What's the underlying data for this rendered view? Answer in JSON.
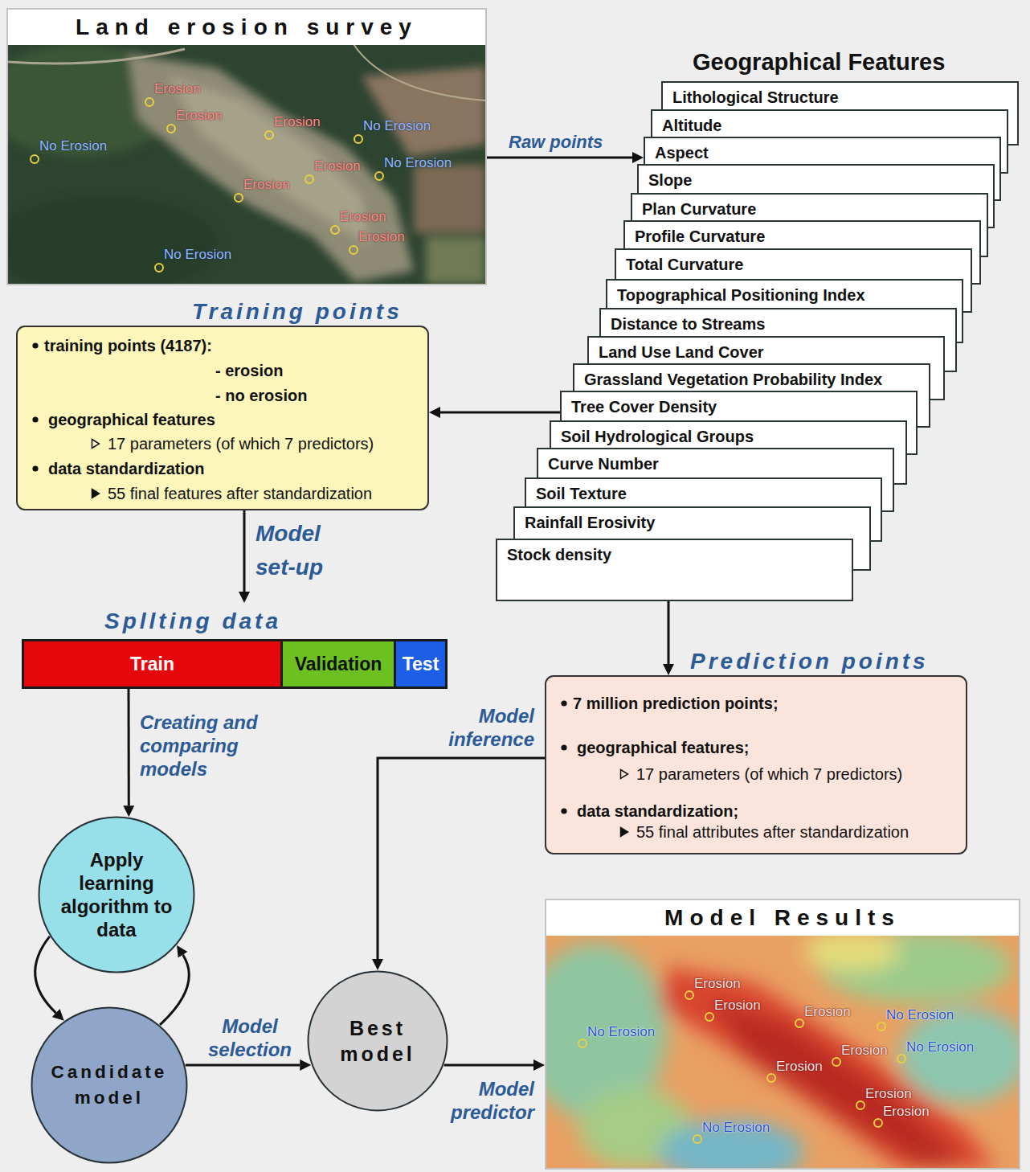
{
  "diagram": {
    "nodes": [
      {
        "text": [
          "Land erosion survey"
        ]
      },
      {
        "text": [
          "Geographical Features"
        ]
      },
      {
        "text": [
          "Lithological Structure"
        ],
        "in": 1
      },
      {
        "text": [
          "Altitude"
        ],
        "in": 1
      },
      {
        "text": [
          "Aspect"
        ],
        "in": 1
      },
      {
        "text": [
          "Slope"
        ],
        "in": 1
      },
      {
        "text": [
          "Plan Curvature"
        ],
        "in": 1
      },
      {
        "text": [
          "Profile Curvature"
        ],
        "in": 1
      },
      {
        "text": [
          "Total Curvature"
        ],
        "in": 1
      },
      {
        "text": [
          "Topographical Positioning Index"
        ],
        "in": 1
      },
      {
        "text": [
          "Distance to Streams"
        ],
        "in": 1
      },
      {
        "text": [
          "Land Use Land Cover"
        ],
        "in": 1
      },
      {
        "text": [
          "Grassland Vegetation Probability Index"
        ],
        "in": 1
      },
      {
        "text": [
          "Tree Cover Density"
        ],
        "in": 1
      },
      {
        "text": [
          "Soil Hydrological Groups"
        ],
        "in": 1
      },
      {
        "text": [
          "Curve Number"
        ],
        "in": 1
      },
      {
        "text": [
          "Soil Texture"
        ],
        "in": 1
      },
      {
        "text": [
          "Rainfall Erosivity"
        ],
        "in": 1
      },
      {
        "text": [
          "Stock density"
        ],
        "in": 1
      },
      {
        "text": [
          "Training points",
          "training points (4187):",
          "- erosion",
          "- no erosion",
          "geographical features",
          "17 parameters (of which 7 predictors)",
          "data standardization",
          "55 final features after standardization"
        ]
      },
      {
        "text": [
          "Spllting data"
        ]
      },
      {
        "text": [
          "Train"
        ],
        "in": 20
      },
      {
        "text": [
          "Validation"
        ],
        "in": 20
      },
      {
        "text": [
          "Test"
        ],
        "in": 20
      },
      {
        "text": [
          "Prediction points",
          "7 million prediction points;",
          "geographical features;",
          "17 parameters (of which 7 predictors)",
          "data standardization;",
          "55 final attributes after standardization"
        ]
      },
      {
        "text": [
          "Apply learning algorithm to data"
        ]
      },
      {
        "text": [
          "Candidate model"
        ]
      },
      {
        "text": [
          "Best model"
        ]
      },
      {
        "text": [
          "Model Results"
        ]
      }
    ],
    "edges": [
      {
        "from": 0,
        "to": 1,
        "label": "Raw points",
        "arrow": "to"
      },
      {
        "from": 1,
        "to": 19,
        "arrow": "to"
      },
      {
        "from": 19,
        "to": 20,
        "label": "Model set-up",
        "arrow": "to"
      },
      {
        "from": 1,
        "to": 24,
        "arrow": "to"
      },
      {
        "from": 20,
        "to": 25,
        "label": "Creating and comparing models",
        "arrow": "to"
      },
      {
        "from": 25,
        "to": 26,
        "arrow": "to"
      },
      {
        "from": 26,
        "to": 25,
        "arrow": "to"
      },
      {
        "from": 26,
        "to": 27,
        "label": "Model selection",
        "arrow": "to"
      },
      {
        "from": 24,
        "to": 27,
        "label": "Model inference",
        "arrow": "to"
      },
      {
        "from": 27,
        "to": 28,
        "label": "Model predictor",
        "arrow": "to"
      }
    ],
    "labels": [
      "Erosion",
      "Erosion",
      "Erosion",
      "No Erosion",
      "No Erosion",
      "No Erosion",
      "Erosion",
      "Erosion",
      "Erosion",
      "Erosion",
      "No Erosion",
      "Erosion",
      "Erosion",
      "Erosion",
      "No Erosion",
      "No Erosion",
      "No Erosion",
      "Erosion",
      "Erosion",
      "Erosion",
      "Erosion",
      "No Erosion"
    ]
  }
}
